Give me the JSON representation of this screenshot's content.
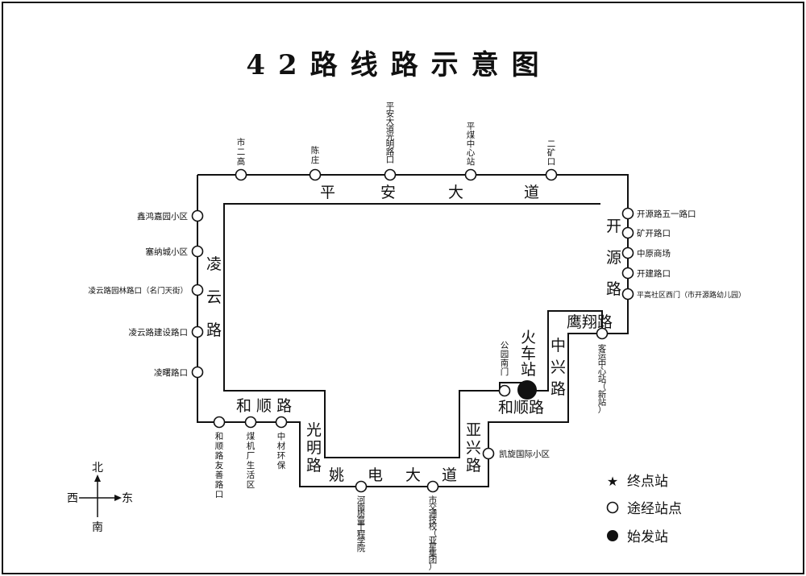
{
  "title": "42路线路示意图",
  "roads": {
    "pingan_ping": "平",
    "pingan_an": "安",
    "pingan_da": "大",
    "pingan_dao": "道",
    "lingyun_1": "凌",
    "lingyun_2": "云",
    "lingyun_3": "路",
    "kaiyuan_1": "开",
    "kaiyuan_2": "源",
    "kaiyuan_3": "路",
    "yingxiang": "鹰翔路",
    "zhongxing_1": "中",
    "zhongxing_2": "兴",
    "zhongxing_3": "路",
    "huochezhan_1": "火",
    "huochezhan_2": "车",
    "huochezhan_3": "站",
    "heshun_right": "和顺路",
    "heshun_left": "和 顺 路",
    "guangming_1": "光",
    "guangming_2": "明",
    "guangming_3": "路",
    "yaxing_1": "亚",
    "yaxing_2": "兴",
    "yaxing_3": "路",
    "yaodian_1": "姚",
    "yaodian_2": "电",
    "yaodian_3": "大",
    "yaodian_4": "道"
  },
  "stops": {
    "shi_er_gao": "市二高",
    "chen_zhuang": "陈庄",
    "pingan_guangming": "平安大道光明路口",
    "pingmei_zhongxin": "平煤中心站",
    "er_kuang": "二矿口",
    "kaiyuan_wuyi": "开源路五一路口",
    "kuangkai": "矿开路口",
    "zhongyuan_shangchang": "中原商场",
    "kaijian": "开建路口",
    "pinggao_ximen": "平高社区西门（市开源路幼儿园）",
    "keyun_zhongxin": "客运中心站（新站）",
    "gongyuan_nanmen": "公园南门",
    "kaixuan_guoji": "凯旋国际小区",
    "shi_jiaotong": "市交通技校（亚星集团）",
    "henan_zhiliang": "河南质量工程学院",
    "zhongcai_huanbao": "中材环保",
    "meijichang": "煤机厂生活区",
    "heshun_youshan": "和顺路友善路口",
    "lingshu": "凌曙路口",
    "lingyun_jianshe": "凌云路建设路口",
    "lingyun_yuanlin": "凌云路园林路口（名门天街）",
    "sainacheng": "塞纳城小区",
    "xinhong_jiayuan": "鑫鸿嘉园小区"
  },
  "legend": {
    "terminal": "终点站",
    "via": "途经站点",
    "origin": "始发站"
  },
  "compass": {
    "north": "北",
    "south": "南",
    "east": "东",
    "west": "西"
  },
  "colors": {
    "line": "#111111",
    "background": "#ffffff"
  }
}
